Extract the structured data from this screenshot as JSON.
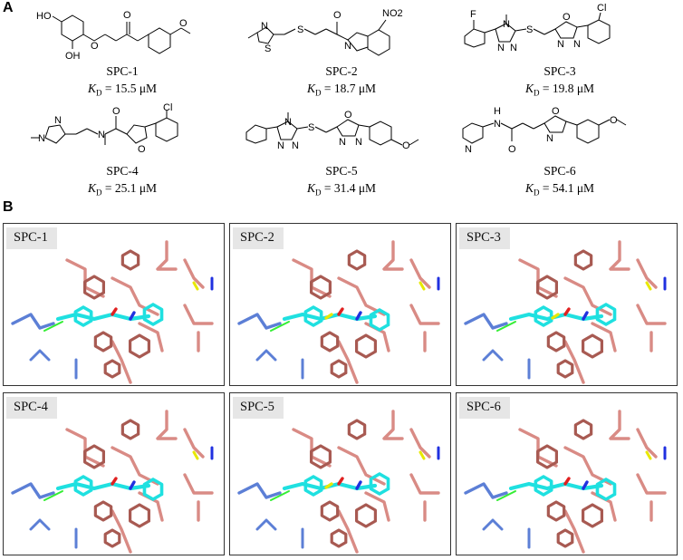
{
  "panels": {
    "a": "A",
    "b": "B"
  },
  "compounds": [
    {
      "name": "SPC-1",
      "kd_value": "= 15.5 μM",
      "substituents": [
        "HO",
        "OH",
        "O",
        "O",
        "O"
      ]
    },
    {
      "name": "SPC-2",
      "kd_value": "= 18.7 μM",
      "substituents": [
        "N",
        "S",
        "S",
        "O",
        "N",
        "NO2"
      ]
    },
    {
      "name": "SPC-3",
      "kd_value": "= 19.8 μM",
      "substituents": [
        "F",
        "N",
        "N",
        "N",
        "S",
        "O",
        "N",
        "N",
        "Cl"
      ]
    },
    {
      "name": "SPC-4",
      "kd_value": "= 25.1 μM",
      "substituents": [
        "N",
        "N",
        "O",
        "N",
        "O",
        "Cl"
      ]
    },
    {
      "name": "SPC-5",
      "kd_value": "= 31.4 μM",
      "substituents": [
        "N",
        "N",
        "N",
        "S",
        "O",
        "N",
        "N",
        "O"
      ]
    },
    {
      "name": "SPC-6",
      "kd_value": "= 54.1 μM",
      "substituents": [
        "H",
        "N",
        "N",
        "O",
        "O",
        "N",
        "O"
      ]
    }
  ],
  "kd_symbol": "K",
  "kd_subscript": "D",
  "docking_panels": [
    "SPC-1",
    "SPC-2",
    "SPC-3",
    "SPC-4",
    "SPC-5",
    "SPC-6"
  ],
  "colors": {
    "residue_salmon": "#d98b85",
    "residue_dark": "#a85a52",
    "residue_blue": "#5c7fd6",
    "ligand_cyan": "#1fe0e0",
    "ligand_dark": "#1a8f8f",
    "hbond_green": "#33ee33",
    "sulfur_yellow": "#e8e800",
    "oxygen_red": "#e02020",
    "nitrogen_blue": "#2030e0"
  }
}
